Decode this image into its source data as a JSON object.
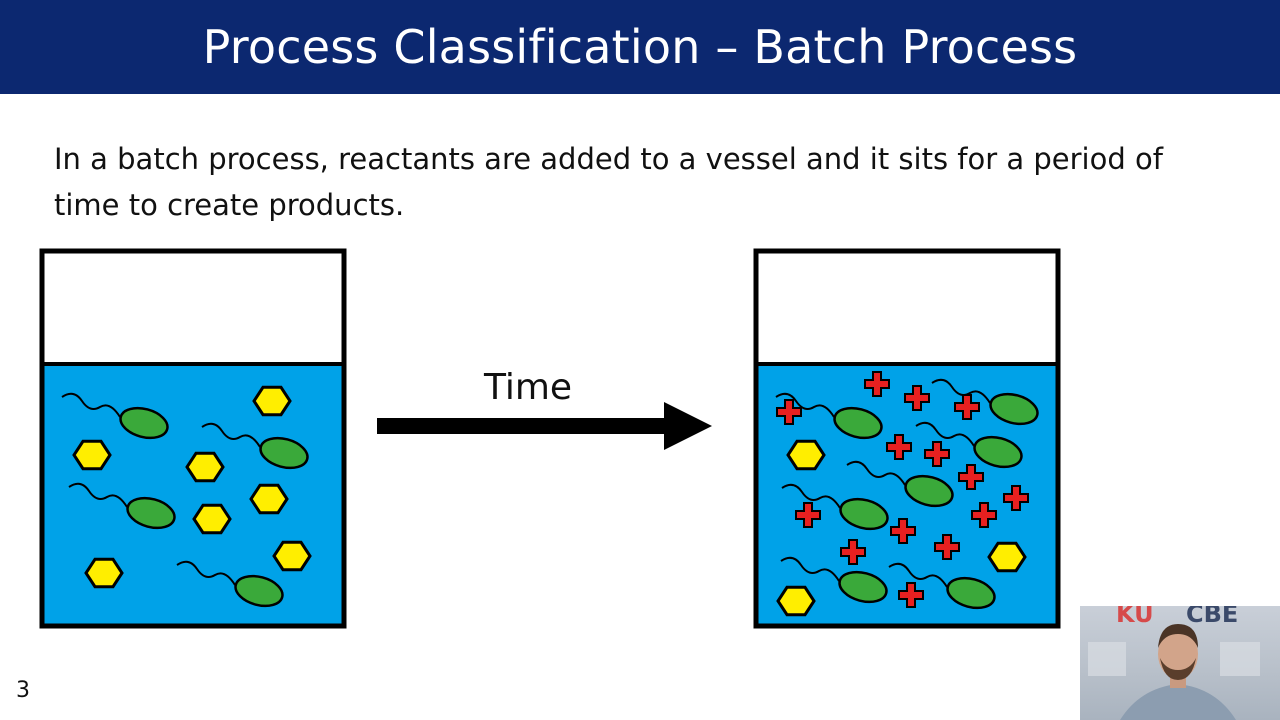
{
  "slide": {
    "title": "Process Classification – Batch Process",
    "body": "In a batch process, reactants are added to a vessel and it sits for a period of time to create products.",
    "arrow_label": "Time",
    "slide_number": "3"
  },
  "webcam": {
    "letters_left": "KU",
    "letters_right": "CBE"
  },
  "colors": {
    "title_bar": "#0c2870",
    "liquid": "#00a2e8",
    "organism": "#3aa93a",
    "reactant": "#ffee00",
    "product": "#e82020"
  },
  "icons": {
    "organism": "green-ellipse-with-tail",
    "reactant": "yellow-hexagon",
    "product": "red-plus"
  }
}
